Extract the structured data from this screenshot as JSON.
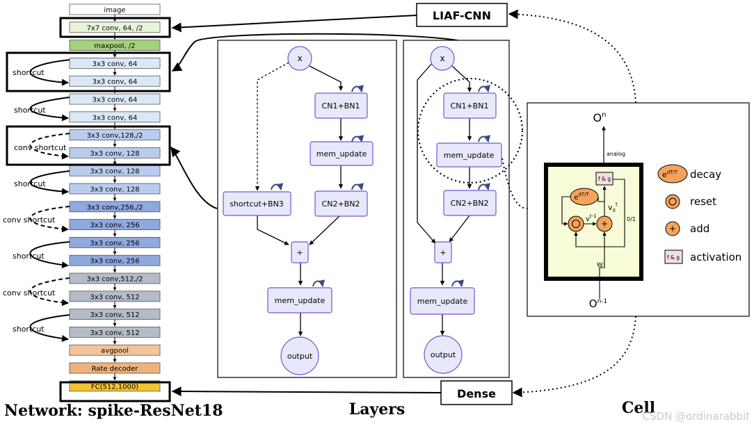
{
  "colors": {
    "image": "#ffffff",
    "conv7": "#e8f5d8",
    "maxpool": "#a3d27a",
    "stage1": "#dbe8f6",
    "stage2": "#b8cdee",
    "stage3": "#8fa8de",
    "stage4": "#b4bcc8",
    "avgpool": "#f2c49a",
    "decoder": "#f0b27a",
    "fc": "#f4c430",
    "node_fill": "#e8e8fb",
    "node_stroke": "#6a5acd",
    "cell_fill": "#f7fbd8",
    "orange": "#f5a35c"
  },
  "network": {
    "title": "Network: spike-ResNet18",
    "layers": [
      "image",
      "7x7 conv, 64, /2",
      "maxpool, /2",
      "3x3 conv, 64",
      "3x3 conv, 64",
      "3x3 conv, 64",
      "3x3 conv, 64",
      "3x3 conv,128,/2",
      "3x3 conv, 128",
      "3x3 conv, 128",
      "3x3 conv, 128",
      "3x3 conv,256,/2",
      "3x3 conv, 256",
      "3x3 conv, 256",
      "3x3 conv, 256",
      "3x3 conv,512,/2",
      "3x3 conv, 512",
      "3x3 conv, 512",
      "3x3 conv, 512",
      "avgpool",
      "Rate decoder",
      "FC(512,1000)"
    ],
    "side_labels": {
      "shortcut": "shortcut",
      "conv_shortcut": "conv shortcut"
    }
  },
  "layers_panel": {
    "title": "Layers",
    "left_block": {
      "mult": "x",
      "cn1": "CN1+BN1",
      "mem_update": "mem_update",
      "cn2": "CN2+BN2",
      "shortcut": "shortcut+BN3",
      "add": "+",
      "mem_update2": "mem_update",
      "output": "output"
    },
    "right_block": {
      "mult": "x",
      "cn1": "CN1+BN1",
      "mem_update": "mem_update",
      "cn2": "CN2+BN2",
      "add": "+",
      "mem_update2": "mem_update",
      "output": "output"
    }
  },
  "labels": {
    "liaf_cnn": "LIAF-CNN",
    "dense": "Dense"
  },
  "cell": {
    "title": "Cell",
    "o_n": "O",
    "o_n_sup": "n",
    "o_n1": "O",
    "o_n1_sup": "n-1",
    "analog": "analog",
    "fg": "f & g",
    "decay_sym": "e",
    "decay_sup": "dT/T",
    "v0": "v",
    "v0_sub": "0",
    "v0_sup": "t",
    "vt1": "v",
    "vt1_sup": "t-1",
    "zero_one": "0/1",
    "w": "W",
    "legend": {
      "decay": "decay",
      "reset": "reset",
      "add": "add",
      "activation": "activation"
    }
  },
  "watermark": "CSDN @ordinarabbit"
}
